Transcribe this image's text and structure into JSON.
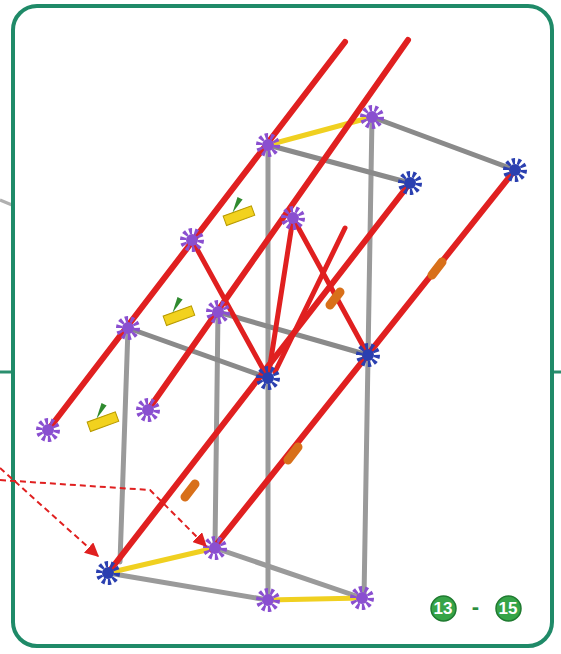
{
  "diagram": {
    "nodes": [
      {
        "text": [
          "13"
        ]
      },
      {
        "text": [
          "15"
        ]
      }
    ],
    "labels": [
      "-"
    ]
  }
}
